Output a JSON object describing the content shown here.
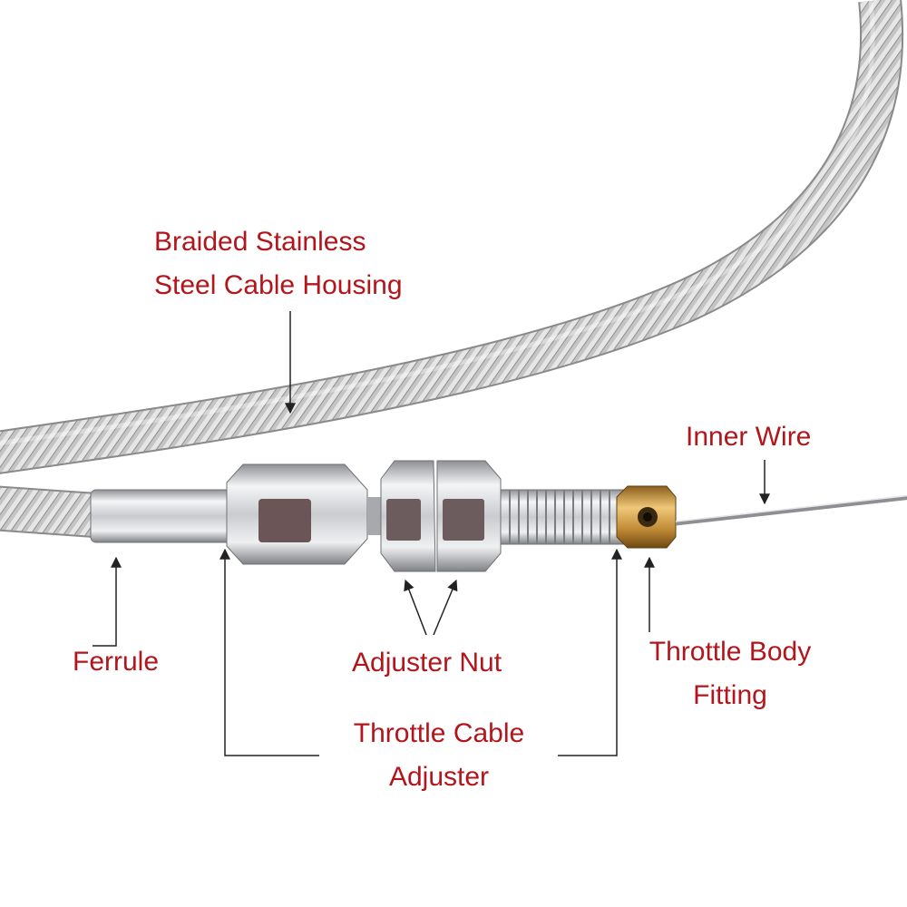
{
  "labels": {
    "housing_line1": "Braided Stainless",
    "housing_line2": "Steel Cable Housing",
    "inner_wire": "Inner Wire",
    "ferrule": "Ferrule",
    "adjuster_nut": "Adjuster Nut",
    "throttle_body_line1": "Throttle Body",
    "throttle_body_line2": "Fitting",
    "throttle_cable_line1": "Throttle Cable",
    "throttle_cable_line2": "Adjuster"
  },
  "colors": {
    "label_text": "#b2151b",
    "leader_line": "#222222",
    "braid": "#b8b8b8",
    "chrome": "#d9dadc",
    "brass": "#c89a3a"
  }
}
